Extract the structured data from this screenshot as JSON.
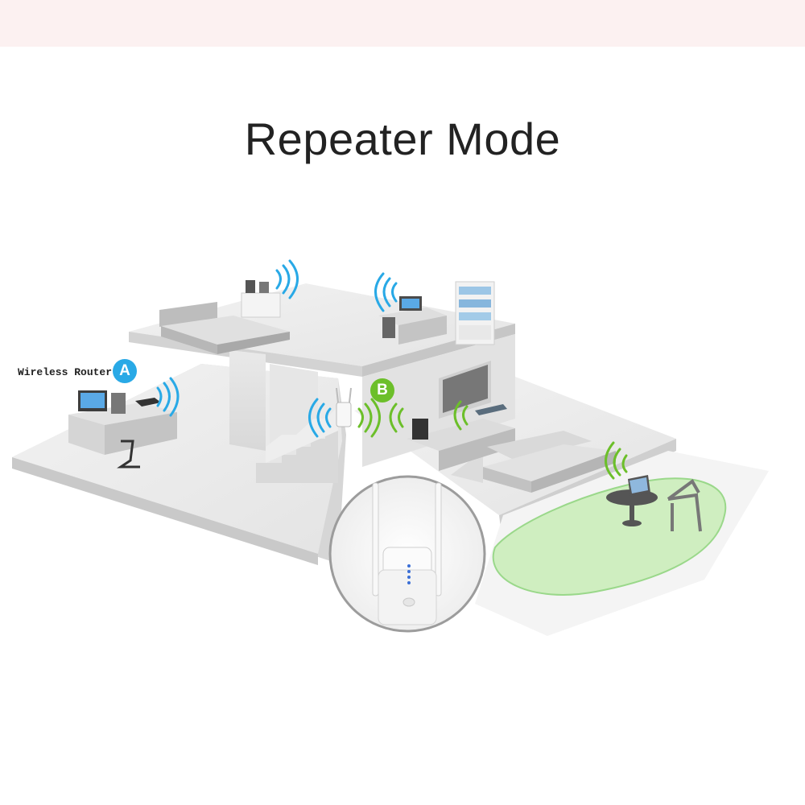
{
  "title": "Repeater Mode",
  "labels": {
    "router": "Wireless Router",
    "badge_a": "A",
    "badge_b": "B"
  },
  "colors": {
    "badge_a": "#29a9e6",
    "badge_b": "#6cbf2a",
    "signal_blue": "#29a9e6",
    "signal_green": "#6cbf2a",
    "lawn": "#cfeec0",
    "repeater_led": "#3b6fd6"
  }
}
